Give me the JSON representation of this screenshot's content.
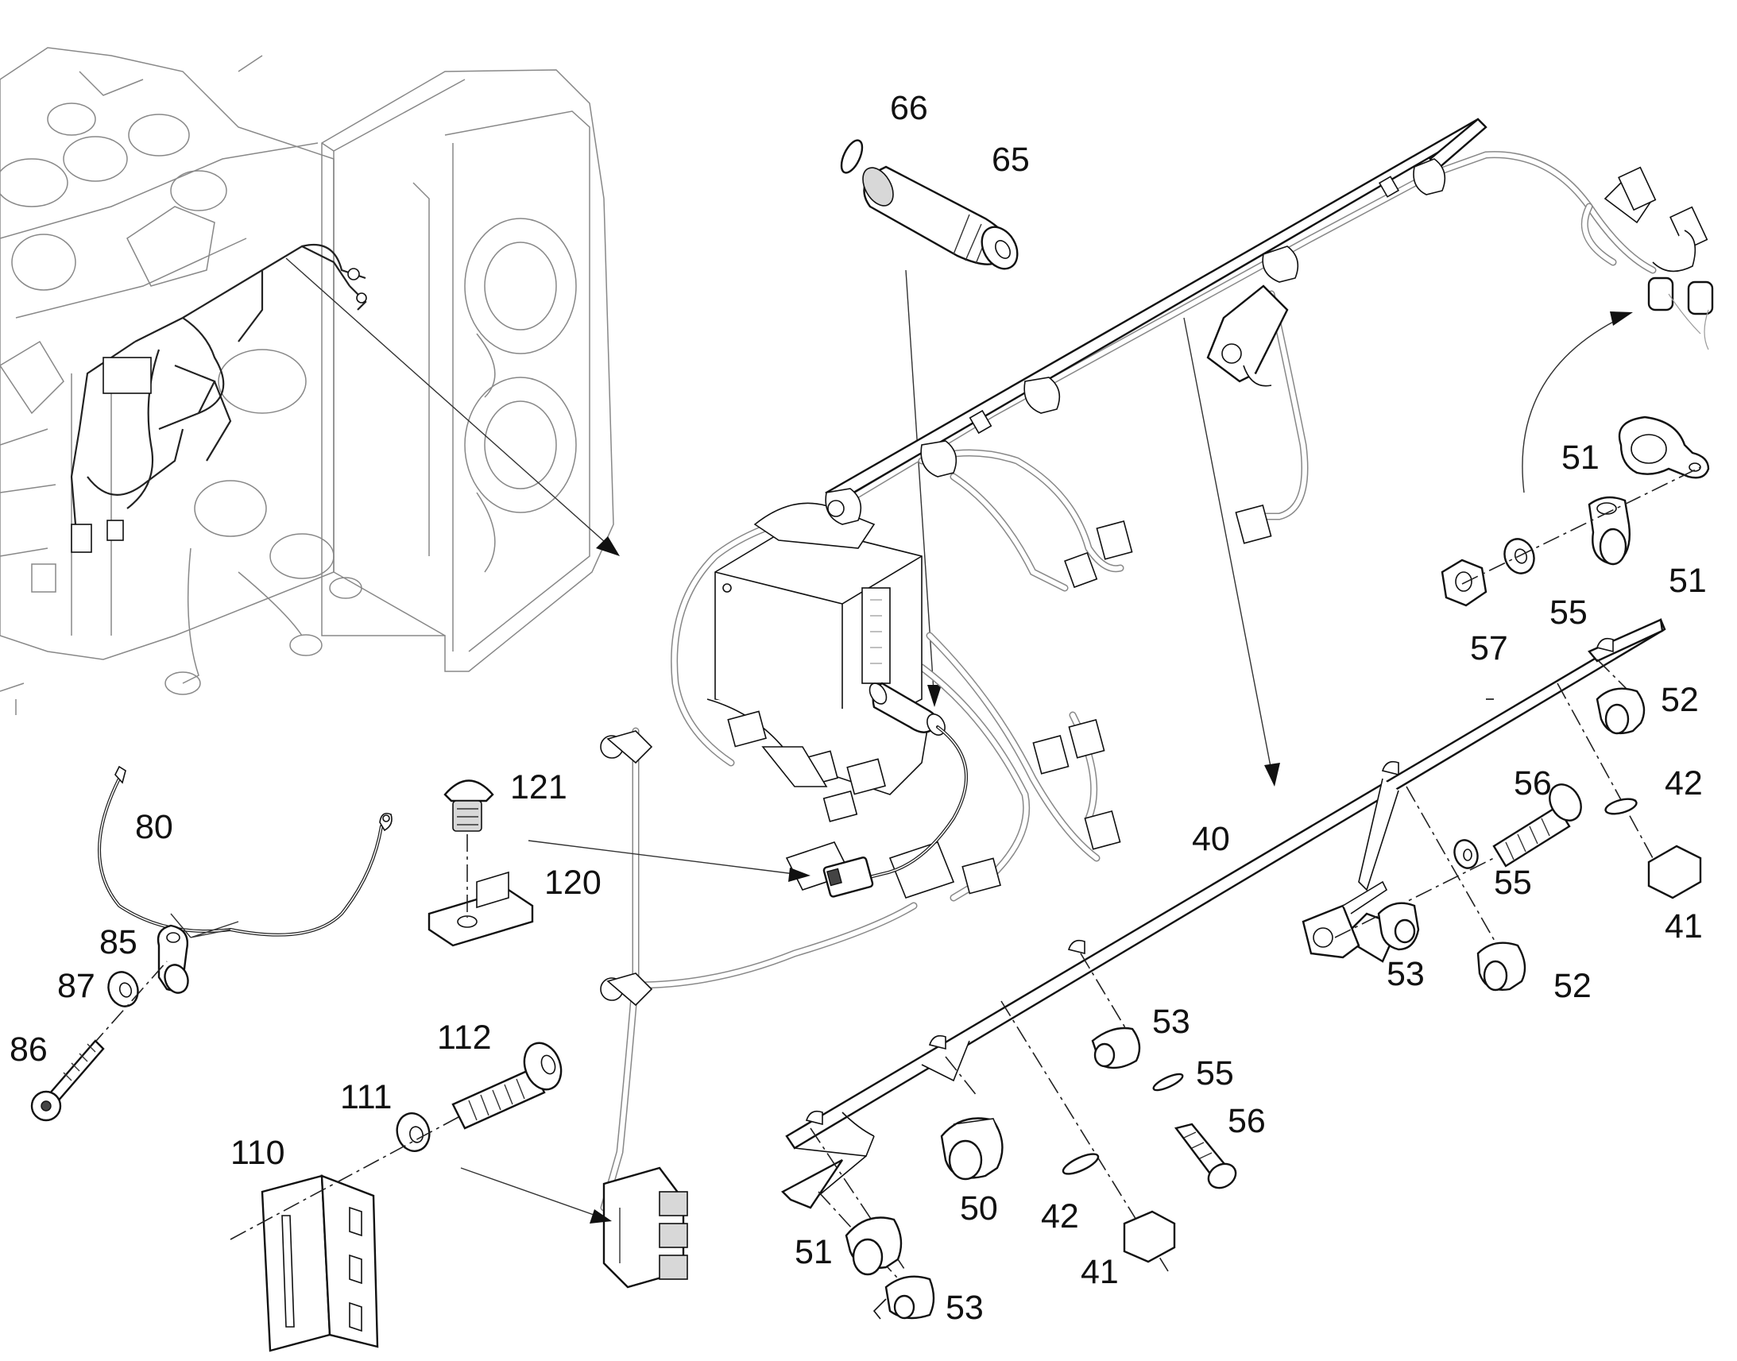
{
  "figure": {
    "callouts": [
      {
        "id": "c-66a",
        "text": "66"
      },
      {
        "id": "c-65",
        "text": "65"
      },
      {
        "id": "c-121",
        "text": "121"
      },
      {
        "id": "c-120",
        "text": "120"
      },
      {
        "id": "c-80",
        "text": "80"
      },
      {
        "id": "c-85",
        "text": "85"
      },
      {
        "id": "c-87",
        "text": "87"
      },
      {
        "id": "c-86",
        "text": "86"
      },
      {
        "id": "c-112",
        "text": "112"
      },
      {
        "id": "c-111",
        "text": "111"
      },
      {
        "id": "c-110",
        "text": "110"
      },
      {
        "id": "c-40",
        "text": "40"
      },
      {
        "id": "c-51a",
        "text": "51"
      },
      {
        "id": "c-51b",
        "text": "51"
      },
      {
        "id": "c-55a",
        "text": "55"
      },
      {
        "id": "c-57",
        "text": "57"
      },
      {
        "id": "c-52a",
        "text": "52"
      },
      {
        "id": "c-56a",
        "text": "56"
      },
      {
        "id": "c-42a",
        "text": "42"
      },
      {
        "id": "c-55b",
        "text": "55"
      },
      {
        "id": "c-41a",
        "text": "41"
      },
      {
        "id": "c-53a",
        "text": "53"
      },
      {
        "id": "c-52b",
        "text": "52"
      },
      {
        "id": "c-53b",
        "text": "53"
      },
      {
        "id": "c-55c",
        "text": "55"
      },
      {
        "id": "c-56b",
        "text": "56"
      },
      {
        "id": "c-50",
        "text": "50"
      },
      {
        "id": "c-42b",
        "text": "42"
      },
      {
        "id": "c-41b",
        "text": "41"
      },
      {
        "id": "c-51c",
        "text": "51"
      },
      {
        "id": "c-53c",
        "text": "53"
      }
    ]
  }
}
